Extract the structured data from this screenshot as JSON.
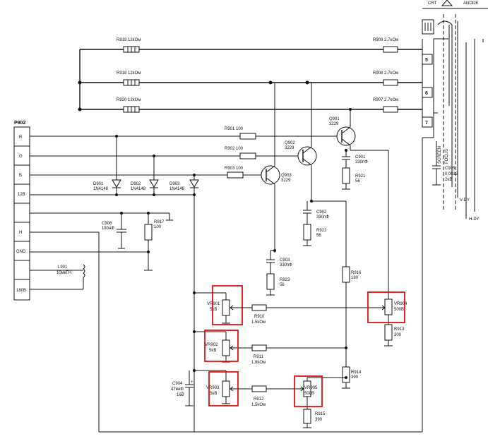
{
  "top_labels": {
    "crt": "CRT",
    "anode": "ANODE"
  },
  "connector": {
    "name": "P902",
    "pins": [
      "R",
      "G",
      "B",
      "12B",
      "",
      "H",
      "GND",
      "",
      "180B"
    ]
  },
  "resistors": {
    "r919": "R919 12kOм",
    "r918": "R918 12kOм",
    "r920": "R920 12kOм",
    "r909": "R909 2.7kOм",
    "r908": "R908 2.7kOм",
    "r907": "R907 2.7kOм",
    "r901": "R901 100",
    "r902": "R902 100",
    "r903": "R903 100",
    "r921": "R921",
    "r921_val": "56",
    "r922": "R922",
    "r922_val": "56",
    "r923": "R923",
    "r923_val": "56",
    "r917": "R917",
    "r917_val": "100",
    "r916": "R916",
    "r916_val": "180",
    "r910": "R910",
    "r910_val": "1.5kOм",
    "r911": "R911",
    "r911_val": "1.8kOм",
    "r912": "R912",
    "r912_val": "1.5kOм",
    "r913": "R913",
    "r913_val": "300",
    "r914": "R914",
    "r914_val": "390",
    "r915": "R915",
    "r915_val": "390"
  },
  "capacitors": {
    "c901": "C901",
    "c901_val": "330пФ",
    "c902": "C902",
    "c902_val": "330пФ",
    "c903": "C903",
    "c903_val": "330пФ",
    "c906": "C906",
    "c906_val": "180нФ",
    "c904": "C904",
    "c904_val": "47мкФ",
    "c904_v": "16B",
    "c905": "C905",
    "c905_val": "0.0012",
    "c905_v": "2kB"
  },
  "transistors": {
    "q901": "Q901",
    "q901_val": "3229",
    "q902": "Q902",
    "q902_val": "3229",
    "q903": "Q903",
    "q903_val": "3229"
  },
  "diodes": {
    "d901": "D901",
    "d901_val": "1N4148",
    "d902": "D902",
    "d902_val": "1N4148",
    "d903": "D903",
    "d903_val": "1N4148"
  },
  "inductor": {
    "l901": "L901",
    "l901_val": "10мкГН"
  },
  "trimmers": {
    "vr901": "VR901",
    "vr901_val": "5kB",
    "vr902": "VR902",
    "vr902_val": "5kB",
    "vr903": "VR903",
    "vr903_val": "5kB",
    "vr904": "VR904",
    "vr904_val": "500B",
    "vr905": "VR905",
    "vr905_val": "500B"
  },
  "crt_pins": [
    "5",
    "6",
    "7"
  ],
  "crt_side": {
    "screen": "SCREEN",
    "focus": "FOCUS",
    "vdy": "V-DY",
    "hdy": "H-DY"
  },
  "highlight_color": "#e11111"
}
